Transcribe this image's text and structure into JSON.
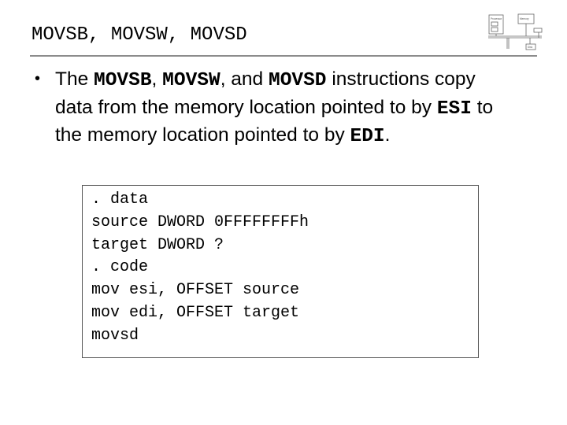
{
  "slide": {
    "title": "MOVSB, MOVSW, MOVSD"
  },
  "logo": {
    "icon": "block-diagram-logo-icon",
    "labels": [
      "Processor",
      "Memory",
      "Disk"
    ]
  },
  "bullet": {
    "dot": "•",
    "text_1": "The ",
    "instr_1": "MOVSB",
    "text_2": ", ",
    "instr_2": "MOVSW",
    "text_3": ", and ",
    "instr_3": "MOVSD",
    "text_4": " instructions copy data from the memory location pointed to by ",
    "reg_1": "ESI",
    "text_5": " to the memory location pointed to by ",
    "reg_2": "EDI",
    "text_6": "."
  },
  "code": {
    "lines": [
      ". data",
      "source DWORD 0FFFFFFFFh",
      "target DWORD ?",
      ". code",
      "mov esi, OFFSET source",
      "mov edi, OFFSET target",
      "movsd"
    ]
  }
}
